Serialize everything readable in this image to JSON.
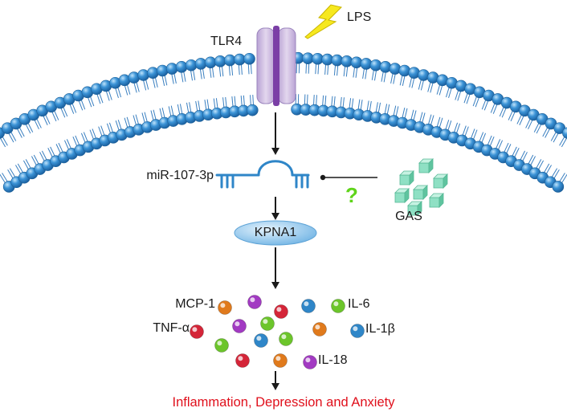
{
  "labels": {
    "receptor": "TLR4",
    "stimulus": "LPS",
    "microrna": "miR-107-3p",
    "inhibitor": "GAS",
    "unknown_mark": "?",
    "nuclear_protein": "KPNA1",
    "outcome": "Inflammation, Depression and Anxiety"
  },
  "cytokines": {
    "mcp1": "MCP-1",
    "tnfa": "TNF-α",
    "il6": "IL-6",
    "il1b": "IL-1β",
    "il18": "IL-18"
  },
  "colors": {
    "lipid_head": "#2f86c8",
    "receptor": "#c9b4dc",
    "receptor_core": "#7b3fa6",
    "lightning": "#f6e81f",
    "kpna1_fill": "#8fc6ec",
    "gas_cube": "#8fe0c4",
    "outcome_text": "#e0101c",
    "question_mark": "#5fd41a",
    "cytokine_colors": [
      "#e07a1c",
      "#a23ac2",
      "#d42538",
      "#2f86c8",
      "#6cc52b"
    ]
  }
}
